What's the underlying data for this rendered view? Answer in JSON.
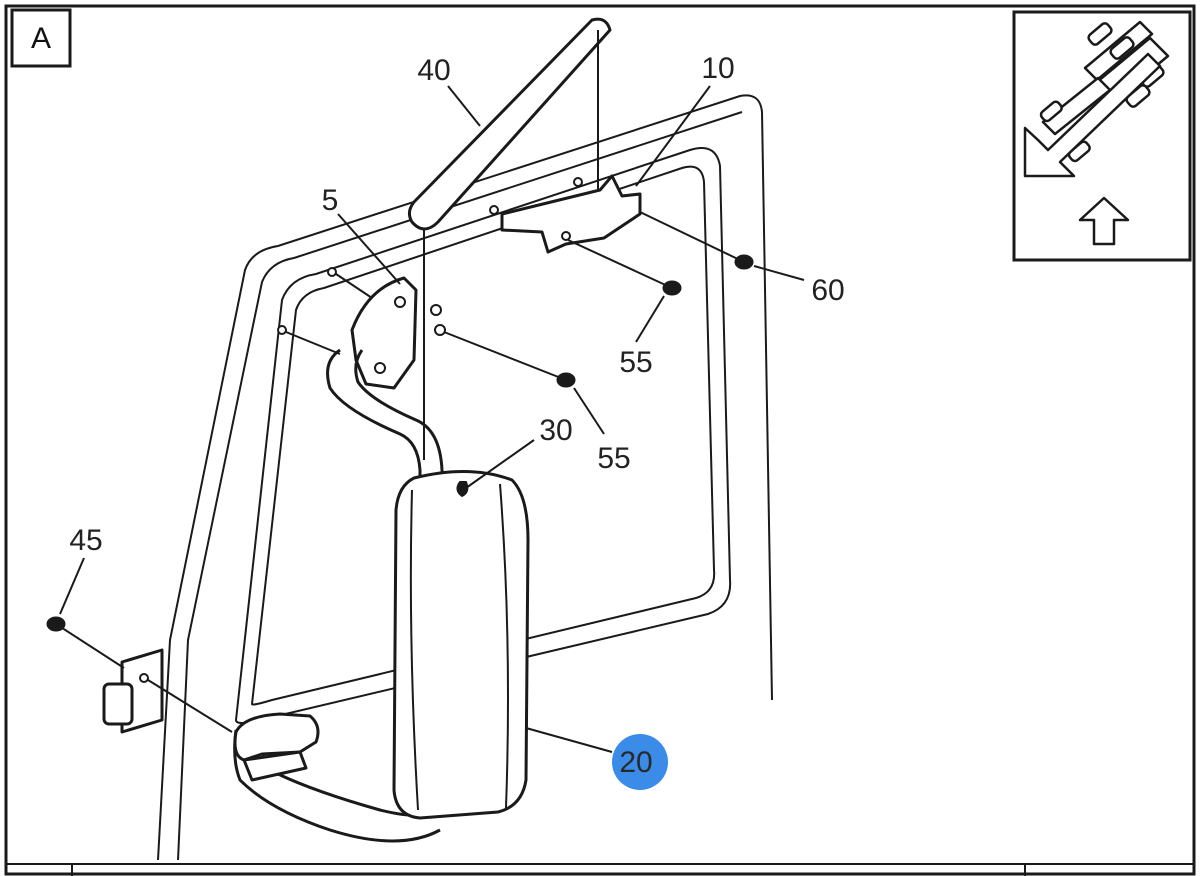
{
  "diagram": {
    "panel_label": "A",
    "callouts": {
      "c40": "40",
      "c10": "10",
      "c5": "5",
      "c60": "60",
      "c55a": "55",
      "c55b": "55",
      "c30": "30",
      "c45": "45",
      "c20": "20"
    },
    "highlighted_callout": "20",
    "colors": {
      "line": "#1a1a1a",
      "highlight": "#3b8be8",
      "background": "#ffffff"
    },
    "icons": [
      "truck-orientation-icon",
      "arrow-up-icon"
    ]
  }
}
